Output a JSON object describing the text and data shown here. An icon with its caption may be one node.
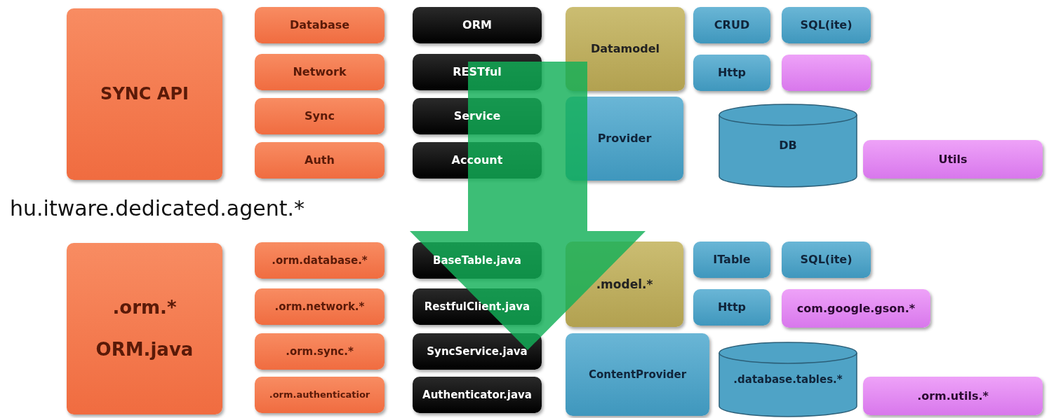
{
  "diagram": {
    "nodes": [
      {
        "text": [
          "SYNC API"
        ]
      },
      {
        "text": [
          "Database"
        ]
      },
      {
        "text": [
          "Network"
        ]
      },
      {
        "text": [
          "Sync"
        ]
      },
      {
        "text": [
          "Auth"
        ]
      },
      {
        "text": [
          "ORM"
        ]
      },
      {
        "text": [
          "RESTful"
        ]
      },
      {
        "text": [
          "Service"
        ]
      },
      {
        "text": [
          "Account"
        ]
      },
      {
        "text": [
          "Datamodel"
        ]
      },
      {
        "text": [
          "CRUD"
        ]
      },
      {
        "text": [
          "SQL(ite)"
        ]
      },
      {
        "text": [
          "Http"
        ]
      },
      {
        "text": [],
        "shape": "box"
      },
      {
        "text": [
          "Provider"
        ]
      },
      {
        "text": [
          "DB"
        ]
      },
      {
        "text": [
          "Utils"
        ]
      },
      {
        "text": [
          ".orm.*",
          "ORM.java"
        ]
      },
      {
        "text": [
          ".orm.database.*"
        ]
      },
      {
        "text": [
          ".orm.network.*"
        ]
      },
      {
        "text": [
          ".orm.sync.*"
        ]
      },
      {
        "text": [
          ".orm.authenticatior"
        ]
      },
      {
        "text": [
          "BaseTable.java"
        ]
      },
      {
        "text": [
          "RestfulClient.java"
        ]
      },
      {
        "text": [
          "SyncService.java"
        ]
      },
      {
        "text": [
          "Authenticator.java"
        ]
      },
      {
        "text": [
          ".model.*"
        ]
      },
      {
        "text": [
          "ITable"
        ]
      },
      {
        "text": [
          "SQL(ite)"
        ]
      },
      {
        "text": [
          "Http"
        ]
      },
      {
        "text": [
          "com.google.gson.*"
        ]
      },
      {
        "text": [
          "ContentProvider"
        ]
      },
      {
        "text": [
          ".database.tables.*"
        ]
      },
      {
        "text": [
          ".orm.utils.*"
        ]
      }
    ],
    "edges": [
      {
        "from": 6,
        "to": 24,
        "arrow": "to"
      }
    ],
    "labels": [
      "hu.itware.dedicated.agent.*"
    ]
  }
}
